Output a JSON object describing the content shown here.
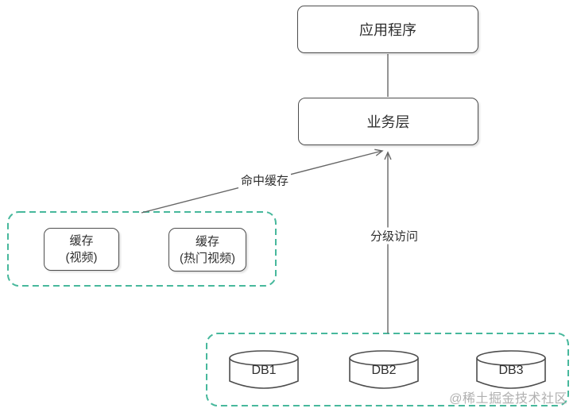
{
  "nodes": {
    "application": "应用程序",
    "business": "业务层"
  },
  "cache_group": {
    "items": [
      {
        "line1": "缓存",
        "line2": "(视频)"
      },
      {
        "line1": "缓存",
        "line2": "(热门视频)"
      }
    ]
  },
  "db_group": {
    "items": [
      "DB1",
      "DB2",
      "DB3"
    ]
  },
  "edges": {
    "hit_cache": "命中缓存",
    "tiered_access": "分级访问"
  },
  "watermark": "@稀土掘金技术社区",
  "colors": {
    "node_border": "#4d4d4d",
    "group_border": "#47b89c",
    "wire": "#666666",
    "text": "#2f2f2f",
    "watermark": "#b0b0b0"
  }
}
